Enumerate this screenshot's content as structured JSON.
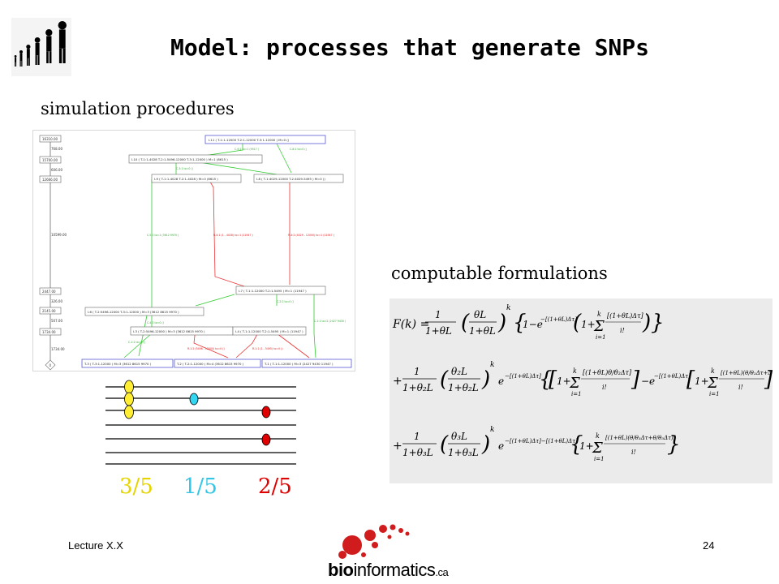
{
  "slide": {
    "title": "Model: processes that generate SNPs",
    "left_label": "simulation procedures",
    "right_label": "computable formulations",
    "footer_left": "Lecture X.X",
    "page_number": "24"
  },
  "snp_frequencies": [
    {
      "label": "3/5",
      "color": "#e6d400"
    },
    {
      "label": "1/5",
      "color": "#33c6e6"
    },
    {
      "label": "2/5",
      "color": "#e00000"
    }
  ],
  "logo": {
    "text_prefix": "bio",
    "text_main": "informatics",
    "text_tld": ".ca"
  },
  "flowchart": {
    "time_labels": [
      "16310.00",
      "768.00",
      "15700.00",
      "606.00",
      "12666.00",
      "10599.00",
      "2447.00",
      "326.00",
      "2145.00",
      "507.00",
      "1734.00",
      "1734.00",
      "0"
    ],
    "nodes": [
      "I-11 ( T-1:1-12000 T-2:1-12000 T-3:1-12000 ) M=0 ()",
      "I-10 ( T-1:1-4028 T-2:1-5496-12000 T-3:1-12000 ) M=1 (8615 )",
      "I-9 ( T-1:1-4028 T-2:1-4028 ) M=0 (8615 )",
      "I-8 ( T-1:4029-12000 T-2:4029-5495 ) M=0 ()",
      "I-7 ( T-1:1-12000 T-2:1-5495 ) M=1 (11947 )",
      "I-6 ( T-2:5496-12000 T-3:1-12000 ) M=3 (3612 8615 9970 )",
      "I-3 ( T-2:5496-12000 ) M=3 (3612 8615 9970 )",
      "I-4 ( T-1:1-12000 T-2:1-5495 ) M=1 (11947 )",
      "T-3 ( T-3:1-12000 ) M=3 (3612 8615 9970 )",
      "T-2 ( T-2:1-12000 ) M=4 (3612 8615 9970 )",
      "T-1 ( T-1:1-12000 ) M=3 (2427 9430 11947 )"
    ],
    "edge_labels": [
      "C-9:1 to=1 (9517 )",
      "C-8:1 to=0 ()",
      "C-3:1 to=0 ()",
      "C-5:1 to=1 (3612 9970 )",
      "R-4:1 (1 - 4028) to=1 (11947 )",
      "R-4:2 (4029 - 12000) to=1 (11947 )",
      "C-2:2 to=0 ()",
      "C-4:1 to=0 ()",
      "C-1:1 to=2 (2427 9430 )",
      "C-1:2 to=0 ()",
      "R-1:2 (5496 - 12000) to=0 ()",
      "R-1:1 (1 - 5495) to=0 ()"
    ]
  }
}
